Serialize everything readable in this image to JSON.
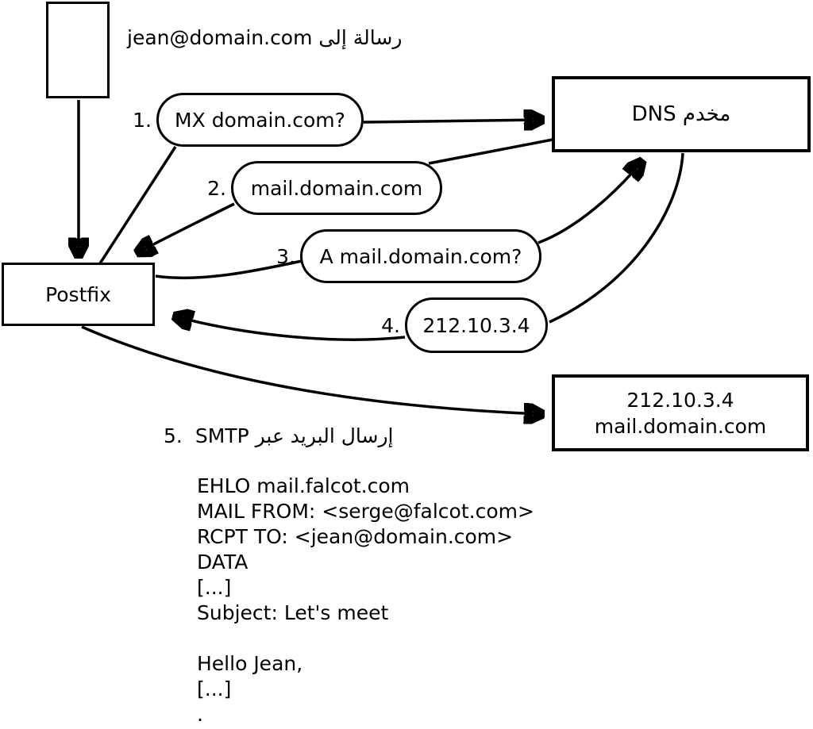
{
  "diagram": {
    "top_label": "رسالة إلى jean@domain.com",
    "nodes": {
      "postfix": {
        "label": "Postfix"
      },
      "dns": {
        "label": "مخدم DNS"
      },
      "destination": {
        "line1": "212.10.3.4",
        "line2": "mail.domain.com"
      }
    },
    "steps": [
      {
        "num": "1.",
        "label": "MX domain.com?"
      },
      {
        "num": "2.",
        "label": "mail.domain.com"
      },
      {
        "num": "3.",
        "label": "A mail.domain.com?"
      },
      {
        "num": "4.",
        "label": "212.10.3.4"
      },
      {
        "num": "5.",
        "label": "إرسال البريد عبر SMTP"
      }
    ],
    "transcript": {
      "lines": [
        "EHLO mail.falcot.com",
        "MAIL FROM: <serge@falcot.com>",
        "RCPT TO: <jean@domain.com>",
        "DATA",
        "[...]",
        "Subject: Let's meet",
        "",
        "Hello Jean,",
        "[...]",
        "."
      ]
    },
    "colors": {
      "ink": "#000000",
      "background": "#ffffff"
    }
  }
}
